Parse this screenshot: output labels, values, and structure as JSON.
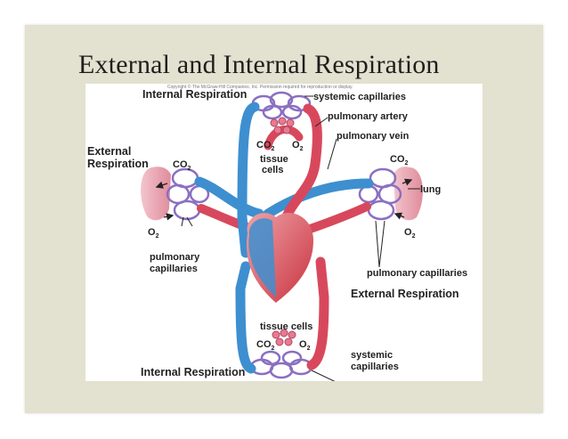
{
  "slide": {
    "title": "External and Internal Respiration",
    "copyright": "Copyright © The McGraw-Hill Companies, Inc. Permission required for reproduction or display."
  },
  "diagram": {
    "labels": {
      "internal_respiration_top": "Internal Respiration",
      "systemic_capillaries_top": "systemic capillaries",
      "pulmonary_artery": "pulmonary artery",
      "pulmonary_vein": "pulmonary vein",
      "external_respiration_left_1": "External",
      "external_respiration_left_2": "Respiration",
      "co2_left": "CO",
      "co2_right": "CO",
      "co2_tissue_top": "CO",
      "o2_tissue_top": "O",
      "tissue_cells_top_1": "tissue",
      "tissue_cells_top_2": "cells",
      "lung": "lung",
      "o2_left": "O",
      "o2_right": "O",
      "pulmonary_capillaries_left_1": "pulmonary",
      "pulmonary_capillaries_left_2": "capillaries",
      "pulmonary_capillaries_right": "pulmonary capillaries",
      "external_respiration_right": "External Respiration",
      "tissue_cells_bottom": "tissue cells",
      "co2_tissue_bottom": "CO",
      "o2_tissue_bottom": "O",
      "internal_respiration_bottom": "Internal Respiration",
      "systemic_capillaries_bottom_1": "systemic",
      "systemic_capillaries_bottom_2": "capillaries",
      "subscript_2": "2"
    },
    "colors": {
      "oxygenated": "#d8485c",
      "deoxygenated": "#3d8fd0",
      "capillary": "#8a6fc2",
      "lung": "#e8a6b2",
      "heart": "#d9505e"
    }
  }
}
